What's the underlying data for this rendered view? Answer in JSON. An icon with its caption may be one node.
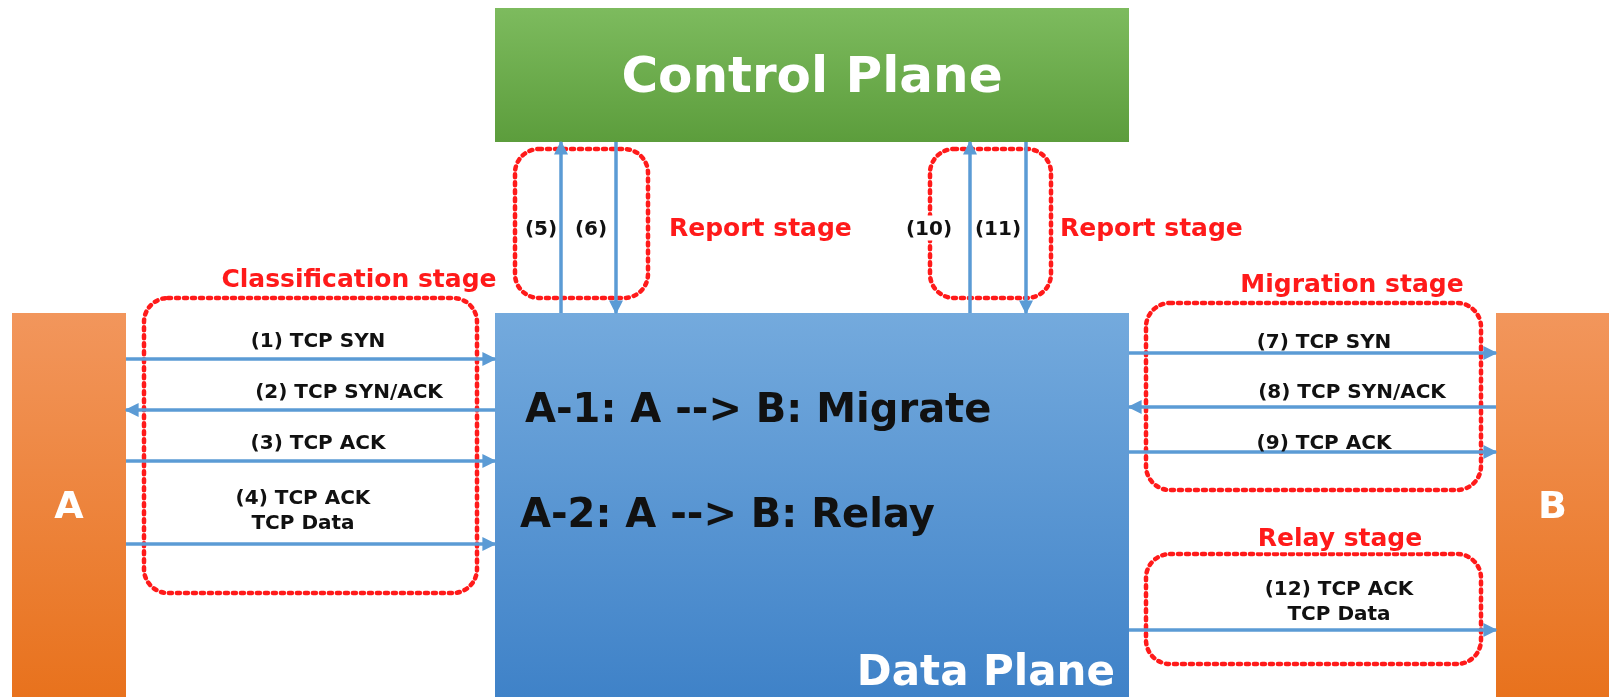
{
  "diagram": {
    "nodes": [
      {
        "text": [
          "Control Plane"
        ]
      },
      {
        "text": [
          "A"
        ]
      },
      {
        "text": [
          "A-1: A --> B: Migrate",
          "A-2: A --> B: Relay",
          "Data Plane"
        ]
      },
      {
        "text": [
          "B"
        ]
      }
    ],
    "edges": [
      {
        "from": 1,
        "to": 2,
        "arrow": "to",
        "label": "(1) TCP SYN"
      },
      {
        "from": 2,
        "to": 1,
        "arrow": "to",
        "label": "(2) TCP SYN/ACK"
      },
      {
        "from": 1,
        "to": 2,
        "arrow": "to",
        "label": "(3) TCP ACK"
      },
      {
        "from": 1,
        "to": 2,
        "arrow": "to",
        "label": "(4) TCP ACK TCP Data"
      },
      {
        "from": 2,
        "to": 0,
        "arrow": "to",
        "label": "(5)"
      },
      {
        "from": 0,
        "to": 2,
        "arrow": "to",
        "label": "(6)"
      },
      {
        "from": 2,
        "to": 3,
        "arrow": "to",
        "label": "(7) TCP SYN"
      },
      {
        "from": 3,
        "to": 2,
        "arrow": "to",
        "label": "(8) TCP SYN/ACK"
      },
      {
        "from": 2,
        "to": 3,
        "arrow": "to",
        "label": "(9) TCP ACK"
      },
      {
        "from": 2,
        "to": 0,
        "arrow": "to",
        "label": "(10)"
      },
      {
        "from": 0,
        "to": 2,
        "arrow": "to",
        "label": "(11)"
      },
      {
        "from": 2,
        "to": 3,
        "arrow": "to",
        "label": "(12) TCP ACK TCP Data"
      }
    ],
    "labels": [
      "Report stage",
      "Report stage",
      "Classification stage",
      "Migration stage",
      "Relay stage"
    ]
  }
}
